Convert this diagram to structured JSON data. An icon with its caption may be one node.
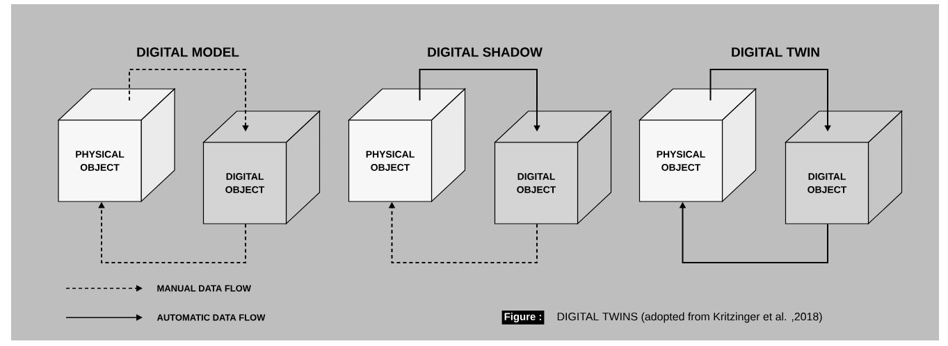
{
  "diagram": {
    "caption": "DIGITAL TWINS (adopted from Kritzinger et al. ,2018)",
    "nodes": [
      {
        "text": [
          "PHYSICAL OBJECT"
        ]
      },
      {
        "text": [
          "DIGITAL OBJECT"
        ]
      },
      {
        "text": [
          "PHYSICAL OBJECT"
        ]
      },
      {
        "text": [
          "DIGITAL OBJECT"
        ]
      },
      {
        "text": [
          "PHYSICAL OBJECT"
        ]
      },
      {
        "text": [
          "DIGITAL OBJECT"
        ]
      }
    ],
    "edges": [
      {
        "from": 0,
        "to": 1,
        "arrow": "to",
        "style": "dashed"
      },
      {
        "from": 1,
        "to": 0,
        "arrow": "to",
        "style": "dashed"
      },
      {
        "from": 2,
        "to": 3,
        "arrow": "to"
      },
      {
        "from": 3,
        "to": 2,
        "arrow": "to",
        "style": "dashed"
      },
      {
        "from": 4,
        "to": 5,
        "arrow": "to"
      },
      {
        "from": 5,
        "to": 4,
        "arrow": "to"
      }
    ],
    "labels": [
      "DIGITAL MODEL",
      "DIGITAL SHADOW",
      "DIGITAL TWIN",
      "Figure :"
    ],
    "legend": [
      {
        "text": "MANUAL DATA FLOW"
      },
      {
        "text": "AUTOMATIC DATA FLOW"
      }
    ]
  }
}
